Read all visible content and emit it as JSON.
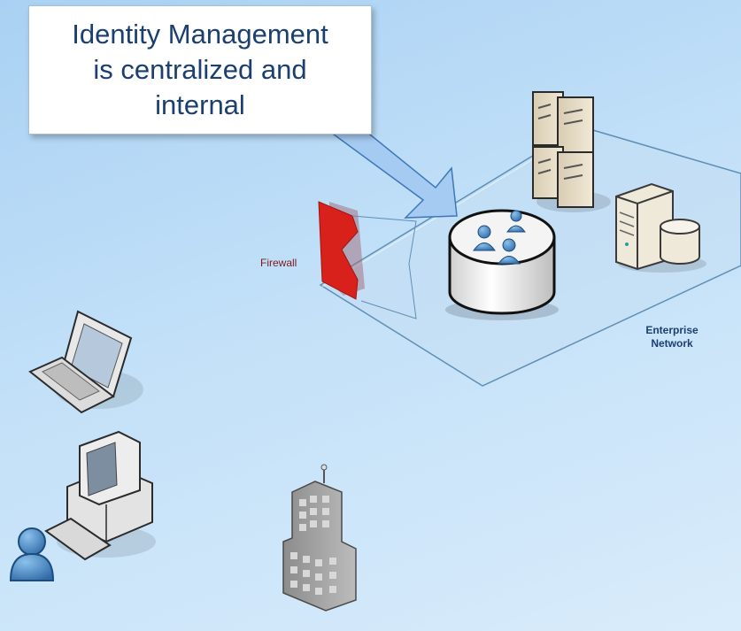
{
  "callout": {
    "text": "Identity Management\nis centralized and\ninternal"
  },
  "labels": {
    "firewall": "Firewall",
    "enterprise_network": "Enterprise\nNetwork"
  },
  "colors": {
    "callout_text": "#1c3f71",
    "firewall": "#d9211c",
    "arrow": "#a6cbf2",
    "platform_edge": "#5f8fb6"
  },
  "icons": [
    "laptop-icon",
    "desktop-computer-icon",
    "user-icon",
    "office-building-icon",
    "server-tower-icon",
    "database-server-icon",
    "identity-store-icon",
    "firewall-icon"
  ]
}
